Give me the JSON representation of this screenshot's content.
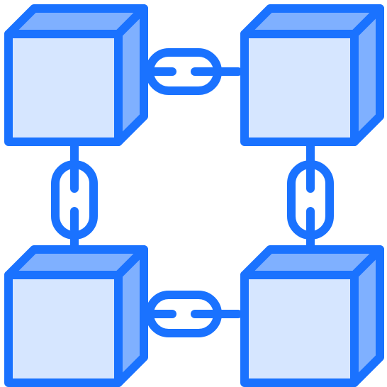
{
  "icon": {
    "name": "blockchain-icon",
    "colors": {
      "stroke": "#1a72ff",
      "face": "#d6e6ff",
      "side": "#7fb0ff",
      "background": "#ffffff"
    },
    "blocks": [
      "block-top-left",
      "block-top-right",
      "block-bottom-left",
      "block-bottom-right"
    ],
    "links": [
      "chain-link-top",
      "chain-link-bottom",
      "chain-link-left",
      "chain-link-right"
    ]
  }
}
